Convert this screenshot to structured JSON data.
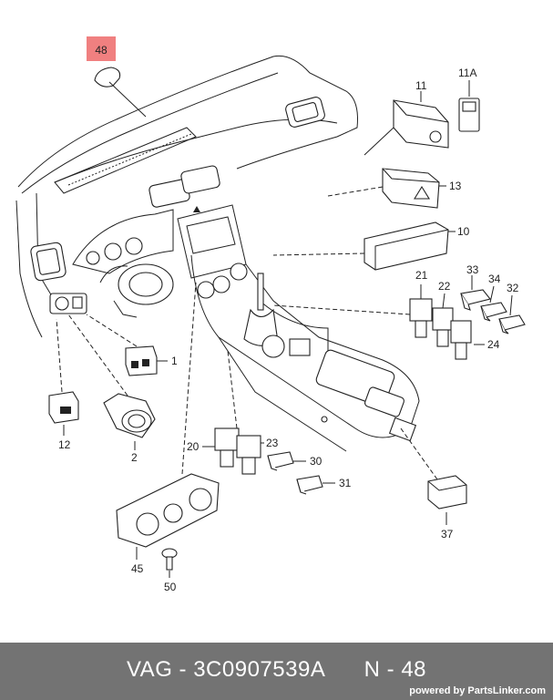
{
  "diagram": {
    "highlighted_part": "48",
    "highlight_color": "#f08080",
    "part_labels": [
      "48",
      "11",
      "11A",
      "13",
      "10",
      "21",
      "22",
      "33",
      "34",
      "32",
      "24",
      "1",
      "12",
      "2",
      "20",
      "23",
      "30",
      "31",
      "37",
      "45",
      "50"
    ]
  },
  "footer": {
    "brand": "VAG",
    "separator": "-",
    "part_number": "3C0907539A",
    "position_label": "N - 48",
    "credit": "powered by PartsLinker.com",
    "background": "#737373"
  }
}
